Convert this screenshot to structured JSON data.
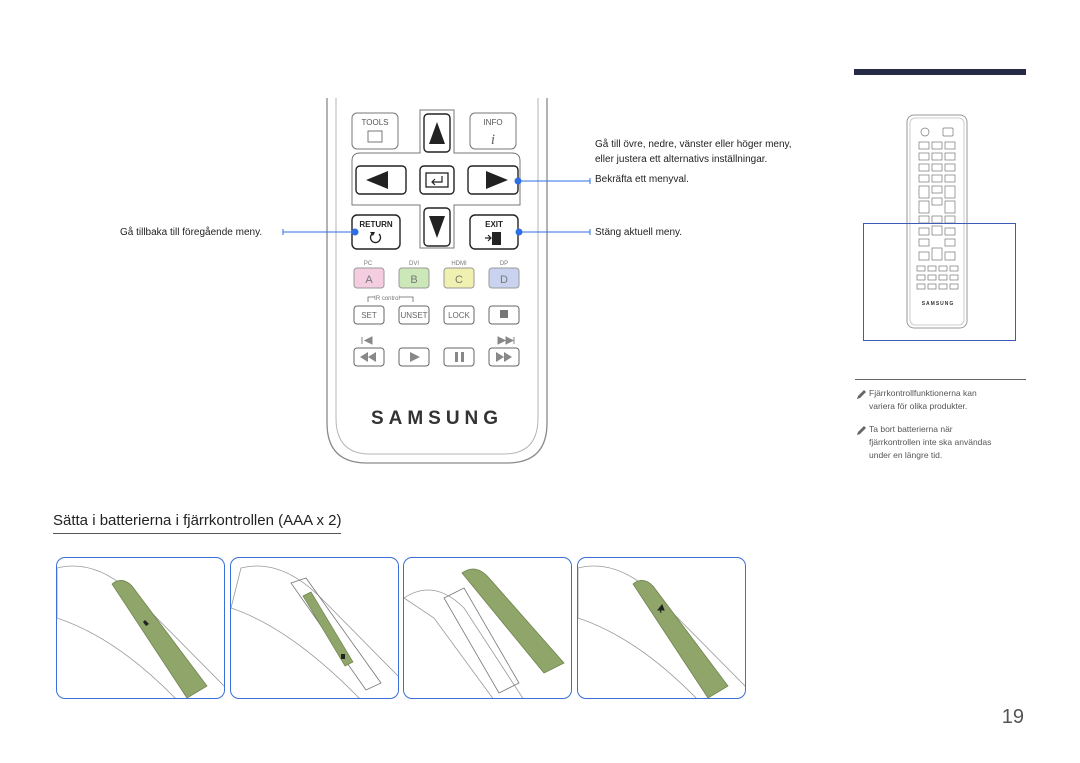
{
  "remote": {
    "tools_label": "TOOLS",
    "info_label": "INFO",
    "return_label": "RETURN",
    "exit_label": "EXIT",
    "source_labels": [
      "PC",
      "DVI",
      "HDMI",
      "DP"
    ],
    "color_buttons": [
      {
        "label": "A",
        "color": "#f4cde0"
      },
      {
        "label": "B",
        "color": "#cde8b8"
      },
      {
        "label": "C",
        "color": "#f0f0b0"
      },
      {
        "label": "D",
        "color": "#c9d3ef"
      }
    ],
    "ir_control_label": "IR control",
    "set_label": "SET",
    "unset_label": "UNSET",
    "lock_label": "LOCK",
    "brand": "SAMSUNG"
  },
  "annotations": {
    "navigate_line1": "Gå till övre, nedre, vänster eller höger meny,",
    "navigate_line2": "eller justera ett alternativs inställningar.",
    "confirm": "Bekräfta ett menyval.",
    "back": "Gå tillbaka till föregående meny.",
    "exit": "Stäng aktuell meny."
  },
  "mini_remote": {
    "brand": "SAMSUNG"
  },
  "notes": [
    {
      "lines": [
        "Fjärrkontrollfunktionerna kan",
        "variera för olika produkter."
      ]
    },
    {
      "lines": [
        "Ta bort batterierna när",
        "fjärrkontrollen inte ska användas",
        "under en längre tid."
      ]
    }
  ],
  "section_title": "Sätta i batterierna i fjärrkontrollen (AAA x 2)",
  "page_number": "19",
  "colors": {
    "accent_blue": "#2f6fe4",
    "dark_bar": "#252b46",
    "battery_cover": "#8fa56a"
  }
}
